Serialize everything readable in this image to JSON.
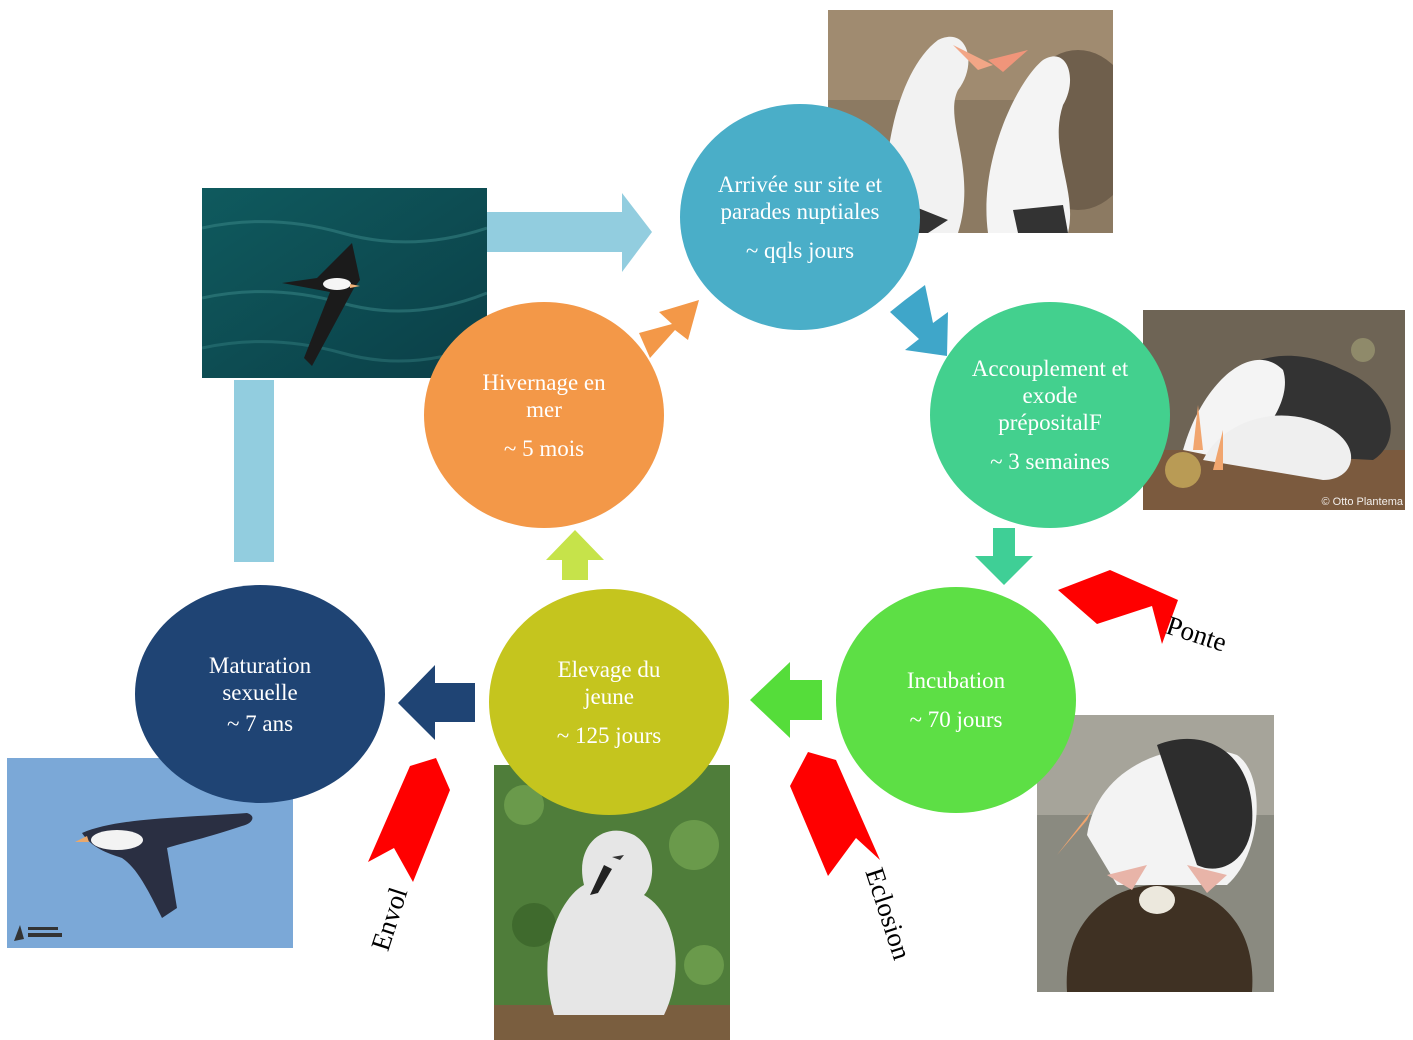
{
  "stages": [
    {
      "title": "Arrivée sur site et parades nuptiales",
      "duration": "~ qqls jours",
      "color": "#4aaec8"
    },
    {
      "title": "Accouplement et exode prépositalF",
      "duration": "~ 3 semaines",
      "color": "#43d08e"
    },
    {
      "title": "Incubation",
      "duration": "~ 70 jours",
      "color": "#5ddf45"
    },
    {
      "title": "Elevage du jeune",
      "duration": "~ 125 jours",
      "color": "#c5c51e"
    },
    {
      "title": "Hivernage en mer",
      "duration": "~ 5 mois",
      "color": "#f39848"
    },
    {
      "title": "Maturation sexuelle",
      "duration": "~ 7 ans",
      "color": "#1f4474"
    }
  ],
  "events": {
    "ponte": "Ponte",
    "eclosion": "Eclosion",
    "envol": "Envol"
  },
  "credits": {
    "plantema": "© Otto Plantema"
  },
  "colors": {
    "event_arrow": "#ff0000",
    "loop_arrow": "#92cddf"
  }
}
